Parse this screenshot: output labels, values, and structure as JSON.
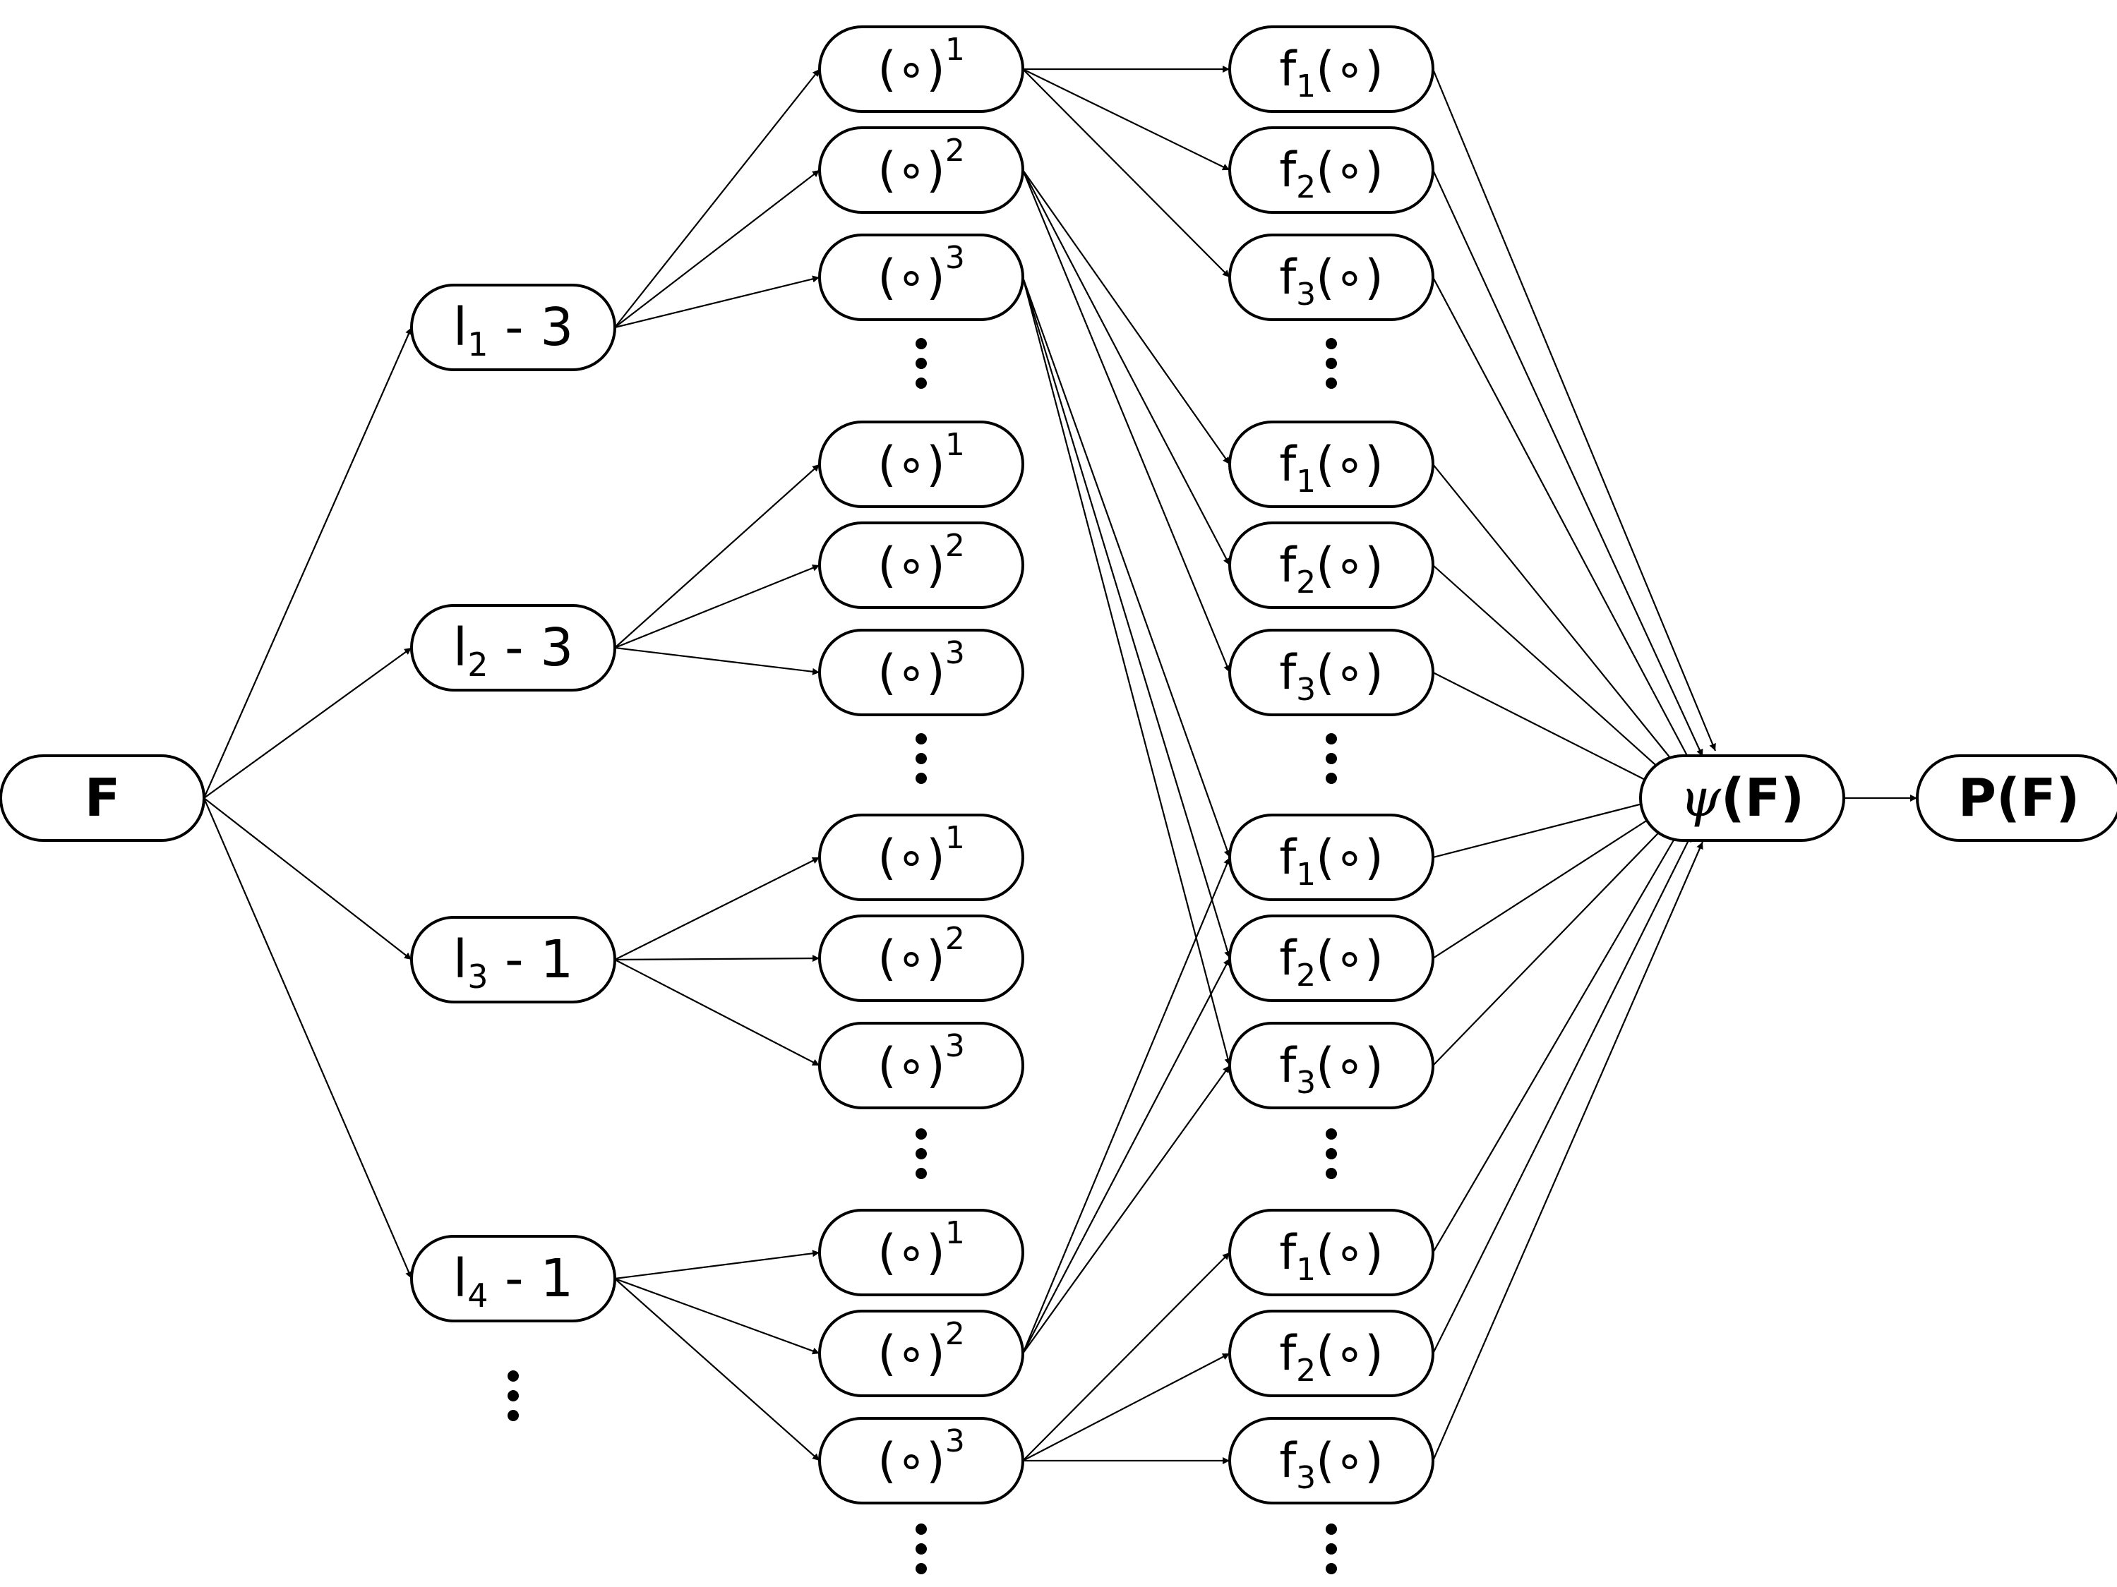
{
  "diagram": {
    "source": {
      "label": "F"
    },
    "groups": [
      {
        "label_base": "l",
        "label_sub": "1",
        "label_rest": " - 3"
      },
      {
        "label_base": "l",
        "label_sub": "2",
        "label_rest": " - 3"
      },
      {
        "label_base": "l",
        "label_sub": "3",
        "label_rest": " - 1"
      },
      {
        "label_base": "l",
        "label_sub": "4",
        "label_rest": " - 1"
      }
    ],
    "power_nodes": {
      "base": "(∘)",
      "exponents": [
        "1",
        "2",
        "3"
      ]
    },
    "function_nodes": {
      "prefix": "f",
      "subscripts": [
        "1",
        "2",
        "3"
      ],
      "suffix": "(∘)"
    },
    "aggregator": {
      "symbol": "ψ",
      "argument": "(F)"
    },
    "output": {
      "label": "P(F)"
    }
  }
}
